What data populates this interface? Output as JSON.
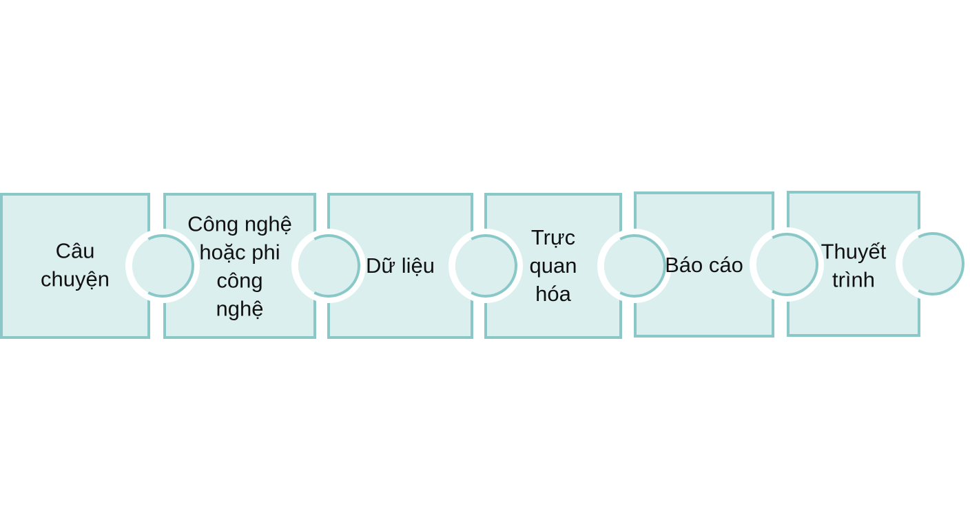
{
  "pieces": [
    {
      "lines": [
        "Câu",
        "chuyện"
      ]
    },
    {
      "lines": [
        "Công nghệ",
        "hoặc phi",
        "công",
        "nghệ"
      ]
    },
    {
      "lines": [
        "Dữ liệu"
      ]
    },
    {
      "lines": [
        "Trực",
        "quan",
        "hóa"
      ]
    },
    {
      "lines": [
        "Báo cáo"
      ]
    },
    {
      "lines": [
        "Thuyết",
        "trình"
      ]
    }
  ],
  "colors": {
    "piece_fill": "#dcefef",
    "piece_border": "#8ac8c8",
    "text": "#111111",
    "background": "#ffffff"
  }
}
